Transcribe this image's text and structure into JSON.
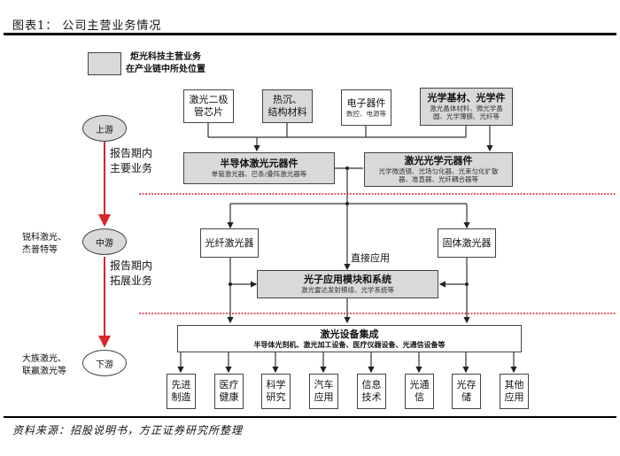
{
  "header": {
    "title": "图表1：  公司主营业务情况"
  },
  "legend": {
    "line1": "炬光科技主营业务",
    "line2": "在产业链中所处位置"
  },
  "stages": {
    "upstream": "上游",
    "midstream": "中游",
    "downstream": "下游"
  },
  "side_notes": {
    "upstream_main_1": "报告期内",
    "upstream_main_2": "主要业务",
    "mid_expand_1": "报告期内",
    "mid_expand_2": "拓展业务",
    "mid_peers_1": "锐科激光、",
    "mid_peers_2": "杰普特等",
    "down_peers_1": "大族激光、",
    "down_peers_2": "联赢激光等"
  },
  "upstream_boxes": [
    {
      "title_1": "激光二极",
      "title_2": "管芯片",
      "highlight": false
    },
    {
      "title_1": "热沉、",
      "title_2": "结构材料",
      "highlight": true
    },
    {
      "title_1": "电子器件",
      "sub": "数控、电源等",
      "highlight": false
    },
    {
      "title_1": "光学基材、光学件",
      "sub_1": "激光晶体材料、微光学晶",
      "sub_2": "圆、光学薄膜、光纤等",
      "highlight": true
    }
  ],
  "components": [
    {
      "title": "半导体激光元器件",
      "sub": "单管激光器、巴条/叠阵激光器等",
      "highlight": true
    },
    {
      "title": "激光光学元器件",
      "sub_1": "光学微透镜、光场匀化器、光束匀化扩散",
      "sub_2": "器、准直器、光纤耦合器等",
      "highlight": true
    }
  ],
  "lasers": {
    "fiber": "光纤激光器",
    "solid": "固体激光器",
    "direct_label": "直接应用"
  },
  "photonics_module": {
    "title": "光子应用模块和系统",
    "sub": "激光雷达发射模组、光学系统等",
    "highlight": true
  },
  "integration": {
    "title": "激光设备集成",
    "sub": "半导体光刻机、激光加工设备、医疗仪器设备、光通信设备等"
  },
  "applications": [
    {
      "l1": "先进",
      "l2": "制造"
    },
    {
      "l1": "医疗",
      "l2": "健康"
    },
    {
      "l1": "科学",
      "l2": "研究"
    },
    {
      "l1": "汽车",
      "l2": "应用"
    },
    {
      "l1": "信息",
      "l2": "技术"
    },
    {
      "l1": "光通",
      "l2": "信"
    },
    {
      "l1": "光存",
      "l2": "储"
    },
    {
      "l1": "其他",
      "l2": "应用"
    }
  ],
  "footer": {
    "source": "资料来源：招股说明书，方正证券研究所整理"
  },
  "colors": {
    "highlight_fill": "#d9d9d9",
    "arrow_red": "#d9262c",
    "divider_red": "#d9262c",
    "line": "#333333"
  }
}
